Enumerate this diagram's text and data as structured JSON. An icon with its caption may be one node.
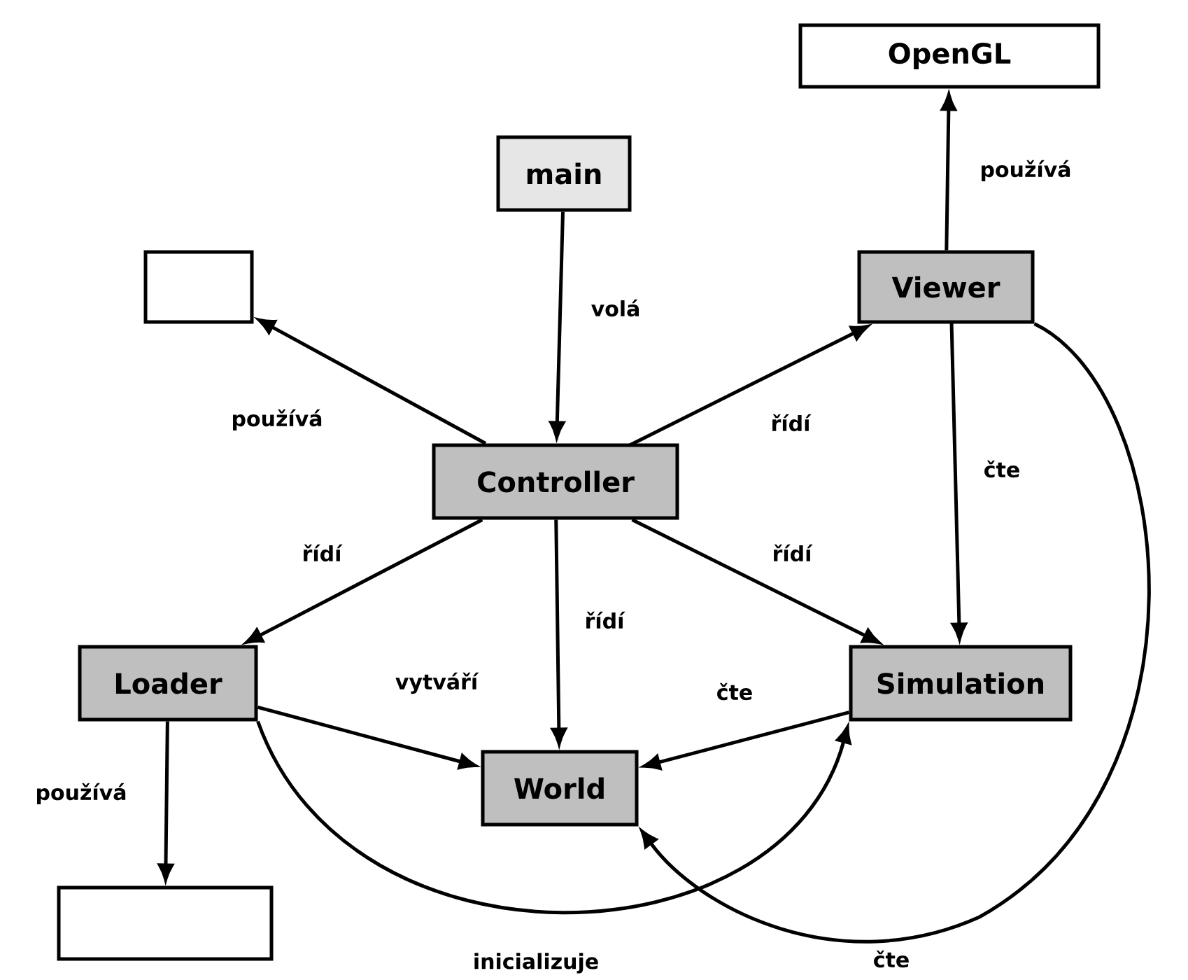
{
  "diagram": {
    "nodes": [
      {
        "text": [
          "OpenGL"
        ]
      },
      {
        "text": [
          "main"
        ]
      },
      {
        "text": [],
        "shape": "box"
      },
      {
        "text": [
          "Viewer"
        ]
      },
      {
        "text": [
          "Controller"
        ]
      },
      {
        "text": [
          "Loader"
        ]
      },
      {
        "text": [
          "Simulation"
        ]
      },
      {
        "text": [
          "World"
        ]
      },
      {
        "text": [],
        "shape": "box"
      }
    ],
    "edges": [
      {
        "from": 1,
        "to": 4,
        "arrow": "to",
        "label": "volá"
      },
      {
        "from": 4,
        "to": 2,
        "arrow": "to",
        "label": "používá"
      },
      {
        "from": 4,
        "to": 3,
        "arrow": "to",
        "label": "řídí"
      },
      {
        "from": 3,
        "to": 0,
        "arrow": "to",
        "label": "používá"
      },
      {
        "from": 3,
        "to": 6,
        "arrow": "to",
        "label": "čte"
      },
      {
        "from": 4,
        "to": 5,
        "arrow": "to",
        "label": "řídí"
      },
      {
        "from": 4,
        "to": 7,
        "arrow": "to",
        "label": "řídí"
      },
      {
        "from": 4,
        "to": 6,
        "arrow": "to",
        "label": "řídí"
      },
      {
        "from": 5,
        "to": 7,
        "arrow": "to",
        "label": "vytváří"
      },
      {
        "from": 6,
        "to": 7,
        "arrow": "to",
        "label": "čte"
      },
      {
        "from": 5,
        "to": 8,
        "arrow": "to",
        "label": "používá"
      },
      {
        "from": 5,
        "to": 6,
        "arrow": "to",
        "label": "inicializuje"
      },
      {
        "from": 3,
        "to": 7,
        "arrow": "to",
        "label": "čte"
      }
    ]
  }
}
